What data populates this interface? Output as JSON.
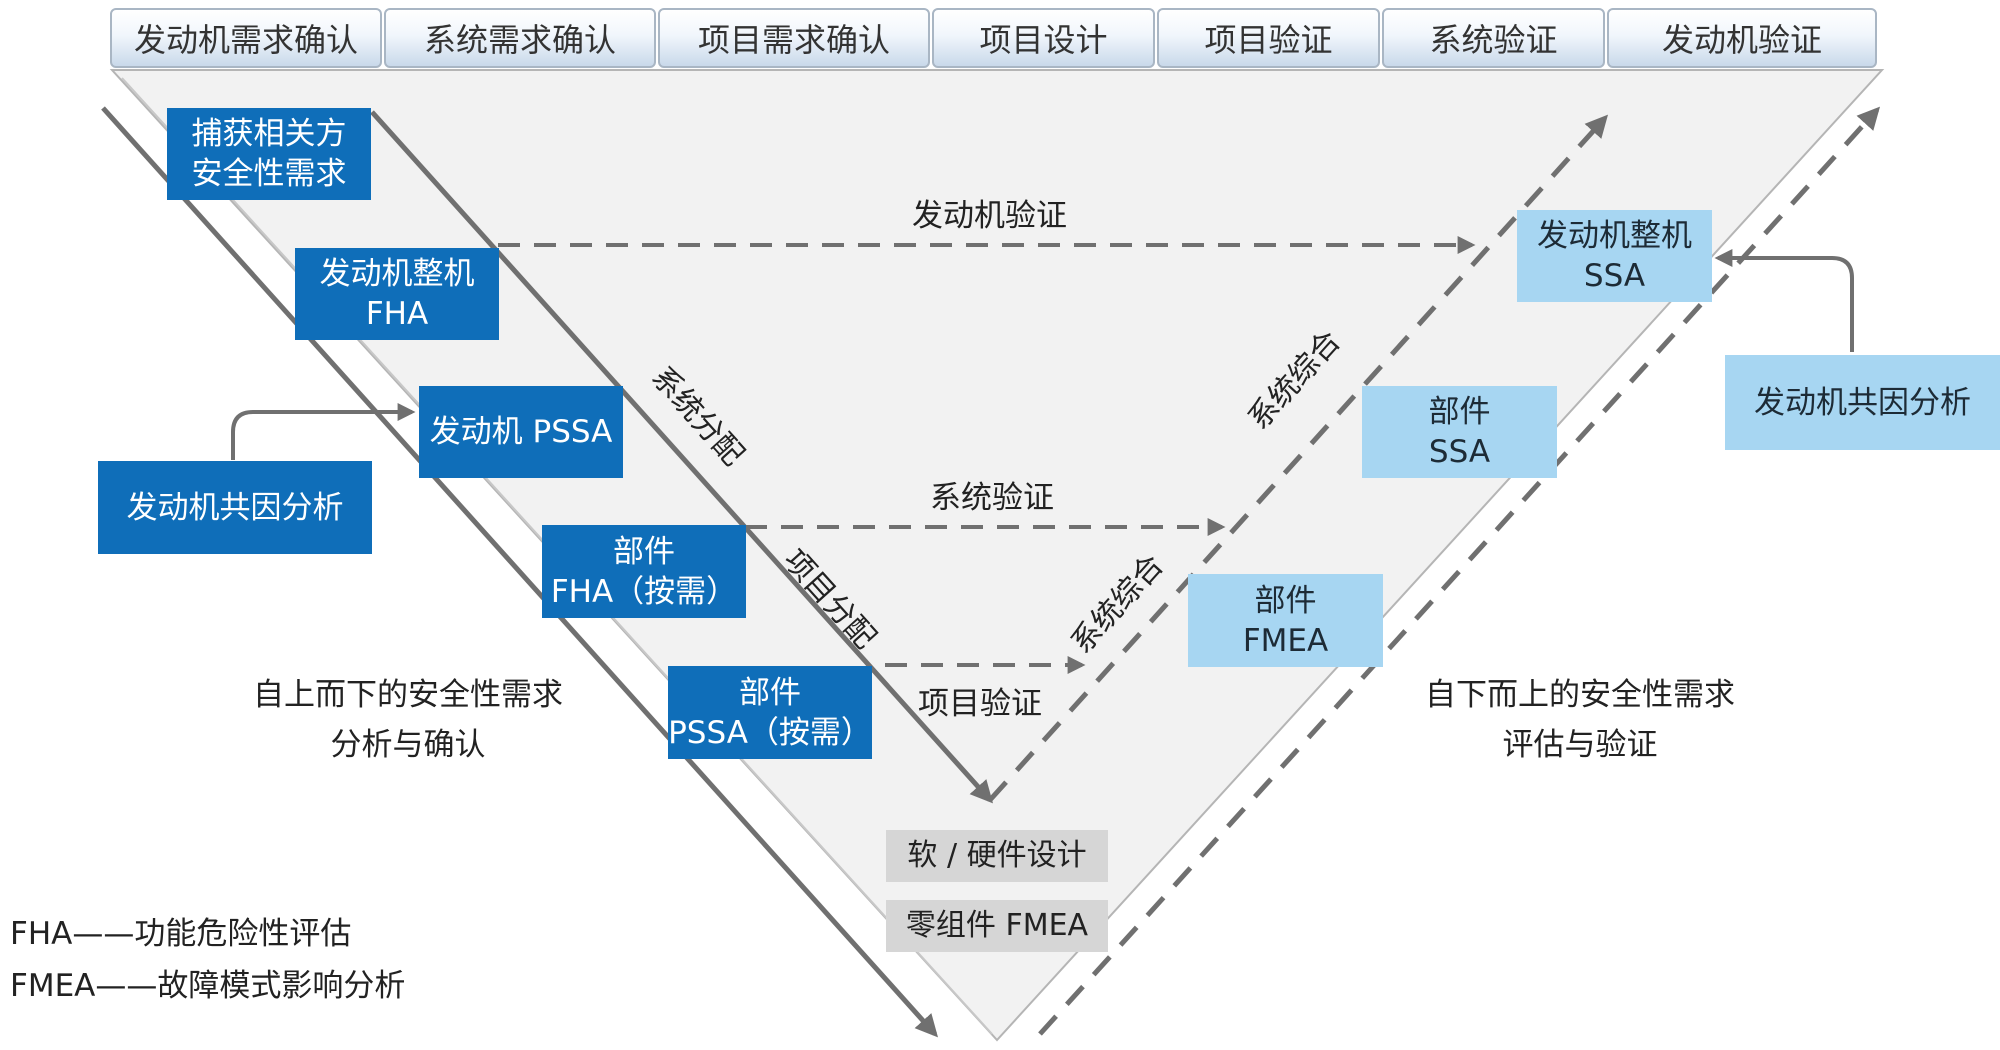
{
  "phases": [
    "发动机需求确认",
    "系统需求确认",
    "项目需求确认",
    "项目设计",
    "项目验证",
    "系统验证",
    "发动机验证"
  ],
  "left_boxes": {
    "stakeholder": [
      "捕获相关方",
      "安全性需求"
    ],
    "engine_fha": [
      "发动机整机",
      "FHA"
    ],
    "engine_pssa": "发动机 PSSA",
    "left_cca": "发动机共因分析",
    "comp_fha": [
      "部件",
      "FHA（按需）"
    ],
    "comp_pssa": [
      "部件",
      "PSSA（按需）"
    ]
  },
  "right_boxes": {
    "engine_ssa": [
      "发动机整机",
      "SSA"
    ],
    "comp_ssa": [
      "部件",
      "SSA"
    ],
    "comp_fmea": [
      "部件",
      "FMEA"
    ],
    "right_cca": "发动机共因分析"
  },
  "bottom_boxes": {
    "sw_hw": "软 / 硬件设计",
    "part_fmea": "零组件 FMEA"
  },
  "arrow_labels": {
    "engine_verify": "发动机验证",
    "system_verify": "系统验证",
    "item_verify": "项目验证",
    "system_alloc": "系统分配",
    "item_alloc": "项目分配",
    "system_integ_1": "系统综合",
    "system_integ_2": "系统综合"
  },
  "side_text": {
    "left": [
      "自上而下的安全性需求",
      "分析与确认"
    ],
    "right": [
      "自下而上的安全性需求",
      "评估与验证"
    ]
  },
  "legend": [
    "FHA——功能危险性评估",
    "FMEA——故障模式影响分析"
  ],
  "colors": {
    "dark_blue": "#0f6eb9",
    "light_blue": "#a7d6f2",
    "arrow_grey": "#707070",
    "triangle_fill": "#f2f2f2"
  }
}
